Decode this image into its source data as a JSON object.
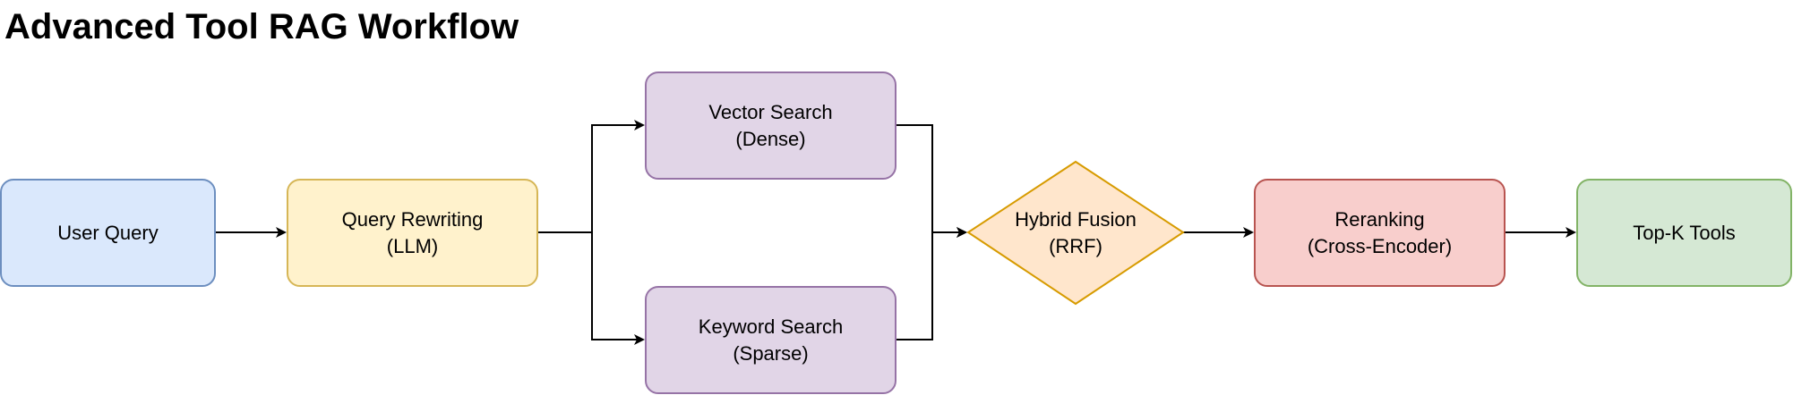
{
  "title": "Advanced Tool RAG Workflow",
  "nodes": {
    "user_query": {
      "lines": [
        "User Query"
      ],
      "fill": "#dae8fc",
      "stroke": "#6c8ebf"
    },
    "query_rewriting": {
      "lines": [
        "Query Rewriting",
        "(LLM)"
      ],
      "fill": "#fff2cc",
      "stroke": "#d6b656"
    },
    "vector_search": {
      "lines": [
        "Vector Search",
        "(Dense)"
      ],
      "fill": "#e1d5e7",
      "stroke": "#9673a6"
    },
    "keyword_search": {
      "lines": [
        "Keyword Search",
        "(Sparse)"
      ],
      "fill": "#e1d5e7",
      "stroke": "#9673a6"
    },
    "hybrid_fusion": {
      "lines": [
        "Hybrid Fusion",
        "(RRF)"
      ],
      "fill": "#ffe6cc",
      "stroke": "#d79b00"
    },
    "reranking": {
      "lines": [
        "Reranking",
        "(Cross-Encoder)"
      ],
      "fill": "#f8cecc",
      "stroke": "#b85450"
    },
    "top_k_tools": {
      "lines": [
        "Top-K Tools"
      ],
      "fill": "#d5e8d4",
      "stroke": "#82b366"
    }
  }
}
